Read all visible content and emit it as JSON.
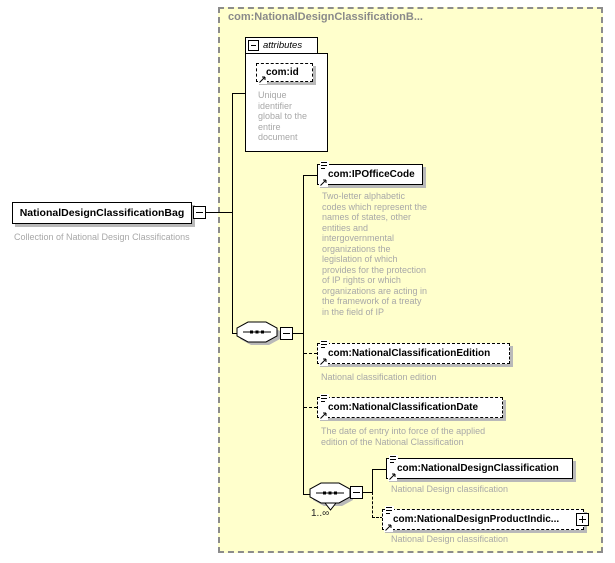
{
  "frame": {
    "title": "com:NationalDesignClassificationB..."
  },
  "root": {
    "label": "NationalDesignClassificationBag",
    "annotation": "Collection of National Design Classifications"
  },
  "attributes": {
    "header": "attributes",
    "attr_id": {
      "label": "com:id",
      "annotation": "Unique identifier global to the entire document"
    }
  },
  "sequence": {
    "cardinality": "1..∞"
  },
  "elements": {
    "ipofficecode": {
      "label": "com:IPOfficeCode",
      "annotation": "Two-letter alphabetic codes which represent the names of states, other entities and intergovernmental organizations the legislation of which provides for the protection of IP rights or which organizations are acting in the framework of a treaty in the field of IP"
    },
    "edition": {
      "label": "com:NationalClassificationEdition",
      "annotation": "National classification edition"
    },
    "date": {
      "label": "com:NationalClassificationDate",
      "annotation": "The date of entry into force of the applied edition of the National Classification"
    },
    "designclassification": {
      "label": "com:NationalDesignClassification",
      "annotation": "National Design classification"
    },
    "productindication": {
      "label": "com:NationalDesignProductIndic...",
      "annotation": "National Design classification"
    }
  },
  "colors": {
    "frame_bg": "#ffffcc",
    "frame_border": "#8c8c8c",
    "annotation_text": "#a8a8a8",
    "frame_title_text": "#8a8a8a",
    "shadow": "#b9b9b9",
    "line": "#000000"
  }
}
